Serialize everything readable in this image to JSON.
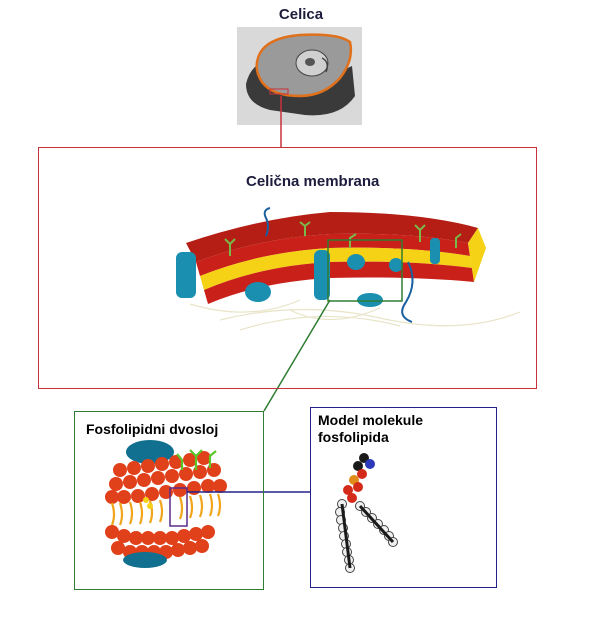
{
  "cell": {
    "title": "Celica"
  },
  "membrane": {
    "title": "Celična membrana"
  },
  "bilayer": {
    "title": "Fosfolipidni dvosloj"
  },
  "molecule": {
    "title_line1": "Model molekule",
    "title_line2": "fosfolipida"
  },
  "colors": {
    "membrane_frame": "#c8323c",
    "bilayer_frame": "#2e7d32",
    "molecule_frame": "#22228a",
    "lipid_heads": "#e0401a",
    "lipid_tails": "#f5c518",
    "protein": "#1a8fb0"
  }
}
